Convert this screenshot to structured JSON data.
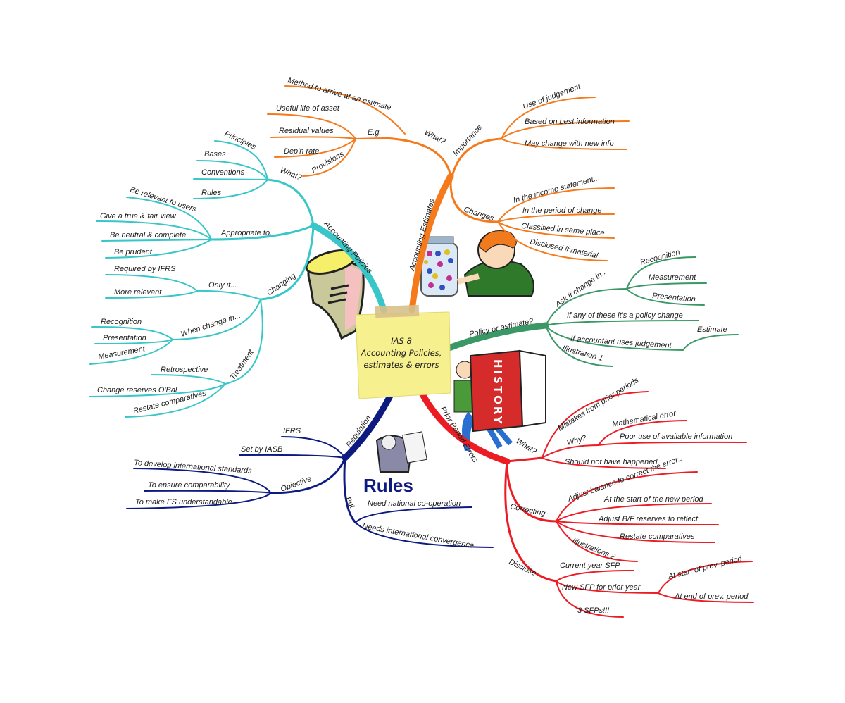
{
  "center": {
    "line1": "IAS 8",
    "line2": "Accounting Policies,",
    "line3": "estimates & errors"
  },
  "colors": {
    "policies": "#38c6c8",
    "estimates": "#f47a1c",
    "policy_or_estimate": "#3a9867",
    "prior_period_errors": "#ec1c24",
    "regulation": "#0d1a80",
    "note": "#f7f08f"
  },
  "policies": {
    "label": "Accounting Policies",
    "what": {
      "label": "What?",
      "items": [
        "Principles",
        "Bases",
        "Conventions",
        "Rules"
      ]
    },
    "appropriate": {
      "label": "Appropriate to...",
      "items": [
        "Be relevant to users",
        "Give a true & fair view",
        "Be neutral & complete",
        "Be prudent"
      ]
    },
    "changing": {
      "label": "Changing",
      "only_if": {
        "label": "Only if...",
        "items": [
          "Required by IFRS",
          "More relevant"
        ]
      },
      "when_change": {
        "label": "When change in...",
        "items": [
          "Recognition",
          "Presentation",
          "Measurement"
        ]
      },
      "treatment": {
        "label": "Treatment",
        "items": [
          "Retrospective",
          "Change reserves O'Bal",
          "Restate comparatives"
        ]
      }
    }
  },
  "estimates": {
    "label": "Accounting Estimates",
    "what": {
      "label": "What?",
      "method": "Method to arrive at an estimate",
      "eg": {
        "label": "E.g.",
        "items": [
          "Useful life of asset",
          "Residual values",
          "Dep'n rate",
          "Provisions"
        ]
      }
    },
    "importance": {
      "label": "Importance",
      "items": [
        "Use of judgement",
        "Based on best information",
        "May change with new info"
      ]
    },
    "changes": {
      "label": "Changes",
      "items": [
        "In the income statement...",
        "In the period of change",
        "Classified in same place",
        "Disclosed if material"
      ]
    }
  },
  "policy_or_estimate": {
    "label": "Policy or estimate?",
    "ask": {
      "label": "Ask if change in..",
      "items": [
        "Recognition",
        "Measurement",
        "Presentation"
      ]
    },
    "policy_change": "If any of these it's a policy change",
    "judgement": {
      "label": "If accountant uses judgement",
      "result": "Estimate"
    },
    "illustration": "Illustration 1"
  },
  "prior_period_errors": {
    "label": "Prior Period Errors",
    "what": {
      "label": "What?",
      "mistakes": "Mistakes from prior periods",
      "why": {
        "label": "Why?",
        "items": [
          "Mathematical error",
          "Poor use of available information"
        ]
      },
      "should_not": "Should not have happened"
    },
    "correcting": {
      "label": "Correcting",
      "items": [
        "Adjust balance to correct the error..",
        "At the start of the new period",
        "Adjust B/F reserves to reflect",
        "Restate comparatives",
        "Illustrations 2"
      ]
    },
    "disclose": {
      "label": "Disclose",
      "current": "Current year SFP",
      "new_sfp": {
        "label": "New SFP for prior year",
        "items": [
          "At start of prev. period",
          "At end of prev. period"
        ]
      },
      "three": "3 SFPs!!!"
    }
  },
  "regulation": {
    "label": "Regulation",
    "ifrs": "IFRS",
    "iasb": "Set by IASB",
    "objective": {
      "label": "Objective",
      "items": [
        "To develop international standards",
        "To ensure comparability",
        "To make FS understandable"
      ]
    },
    "but": {
      "label": "But",
      "items": [
        "Need national co-operation",
        "Needs international convergence"
      ]
    }
  },
  "images": {
    "history_book": "HISTORY",
    "rules_sign": "Rules"
  }
}
